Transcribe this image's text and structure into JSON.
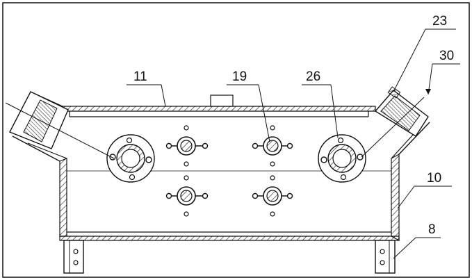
{
  "labels": {
    "l11": "11",
    "l19": "19",
    "l26": "26",
    "l23": "23",
    "l30": "30",
    "l10": "10",
    "l8": "8"
  }
}
